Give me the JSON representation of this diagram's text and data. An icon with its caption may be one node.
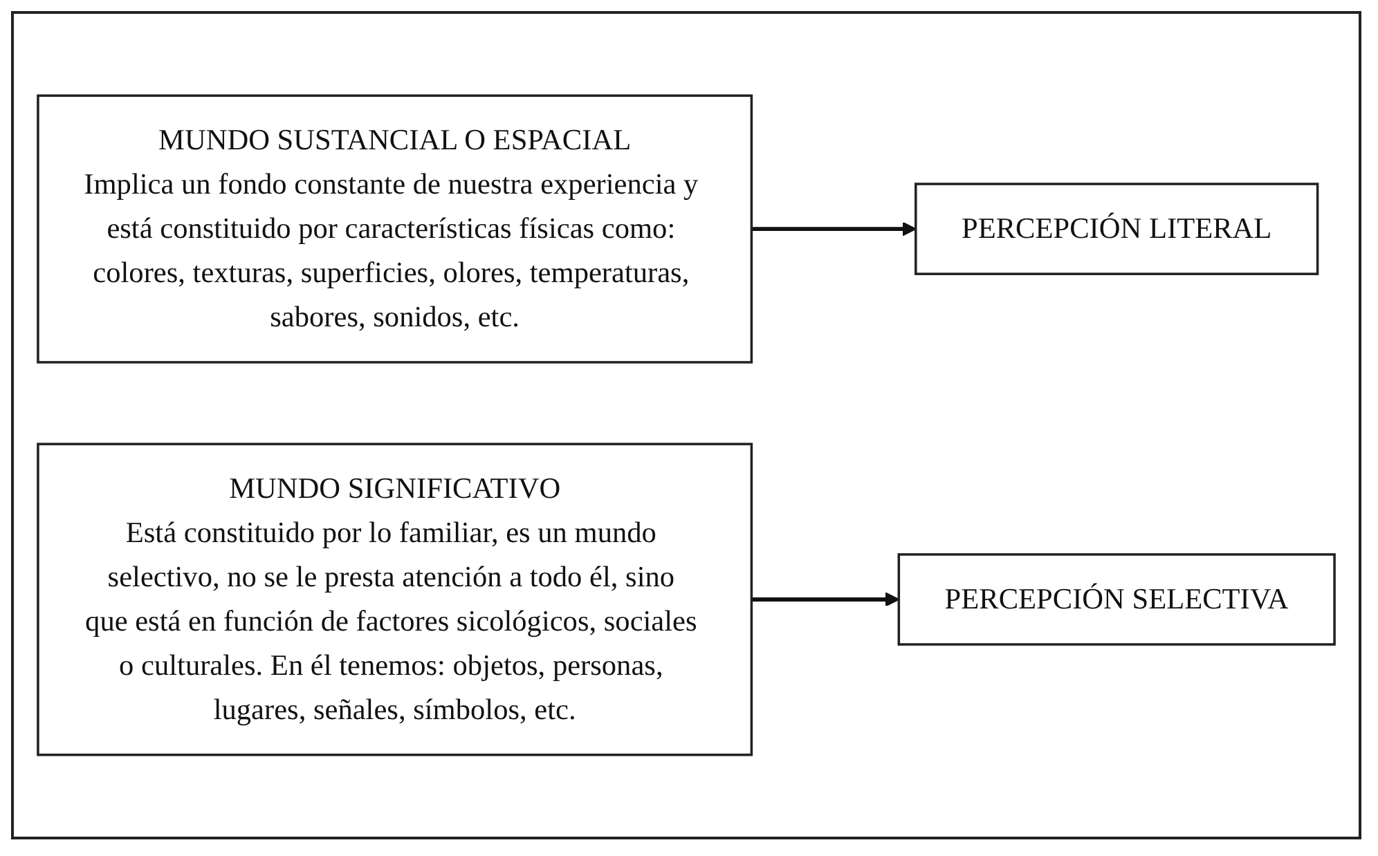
{
  "diagram": {
    "nodes": [
      {
        "text": [
          "MUNDO SUSTANCIAL O ESPACIAL",
          "Implica un fondo constante de nuestra experiencia y está constituido por características físicas como: colores, texturas, superficies, olores, temperaturas, sabores, sonidos, etc."
        ]
      },
      {
        "text": [
          "PERCEPCIÓN LITERAL"
        ]
      },
      {
        "text": [
          "MUNDO SIGNIFICATIVO",
          "Está constituido por lo familiar, es un mundo selectivo, no se le presta atención a todo él, sino que está en función de factores sicológicos, sociales o culturales. En él tenemos: objetos, personas, lugares, señales, símbolos, etc."
        ]
      },
      {
        "text": [
          "PERCEPCIÓN SELECTIVA"
        ]
      }
    ],
    "edges": [
      {
        "from": 0,
        "to": 1,
        "arrow": "to"
      },
      {
        "from": 2,
        "to": 3,
        "arrow": "to"
      }
    ]
  }
}
